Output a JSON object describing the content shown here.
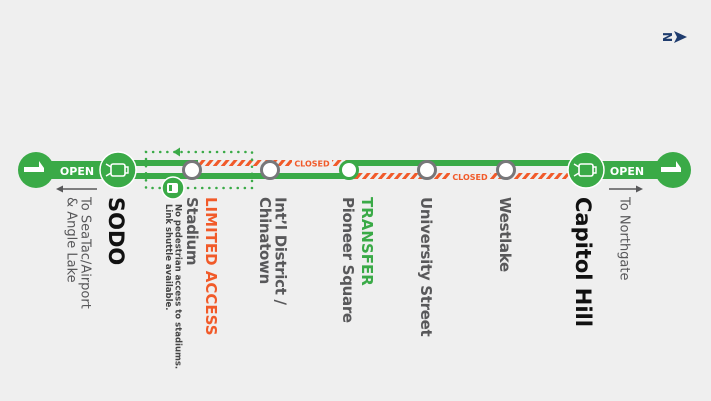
{
  "compass": {
    "icon": "north-arrow-icon",
    "letter": "N"
  },
  "colors": {
    "line": "#3aaa47",
    "closed": "#f15a29",
    "station_ring": "#77777a",
    "text": "#58585a",
    "compass": "#1f3c6e"
  },
  "ends": {
    "south": {
      "status": "OPEN",
      "destination": [
        "To SeaTac/Airport",
        "& Angle Lake"
      ]
    },
    "north": {
      "status": "OPEN",
      "destination": [
        "To Northgate"
      ]
    }
  },
  "closed_labels": [
    "CLOSED",
    "CLOSED"
  ],
  "stations": {
    "sodo": "SODO",
    "stadium": {
      "status": "LIMITED ACCESS",
      "name": "Stadium",
      "note": [
        "No pedestrian access to stadiums.",
        "Link shuttle available."
      ]
    },
    "intl": [
      "Int’l District /",
      "Chinatown"
    ],
    "pioneer": {
      "status": "TRANSFER",
      "name": "Pioneer Square"
    },
    "university": "University Street",
    "westlake": "Westlake",
    "capitol": "Capitol Hill"
  }
}
